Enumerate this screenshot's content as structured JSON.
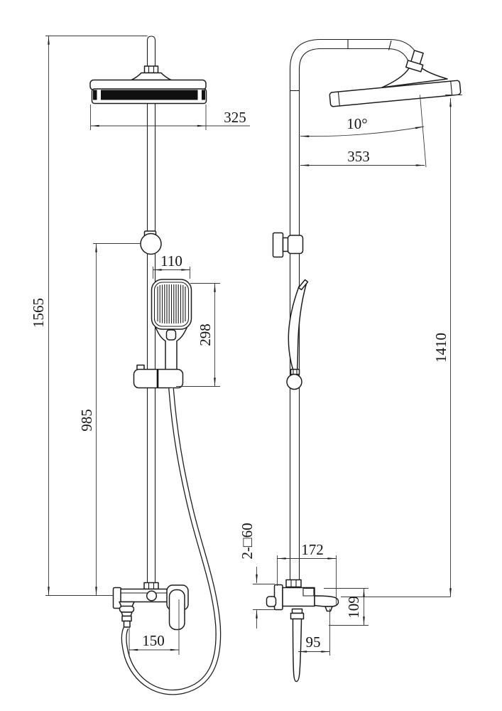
{
  "drawing": {
    "type": "technical-dimension-drawing",
    "subject": "thermostatic shower column, front and side views",
    "colors": {
      "line": "#1d1d1d",
      "dim": "#3a3a3a",
      "band": "#101010",
      "background": "#ffffff"
    },
    "dimensions": {
      "front": {
        "overall_height": "1565",
        "slide_height": "985",
        "head_width": "325",
        "hand_shower_width": "110",
        "hand_shower_length": "298",
        "spout_offset": "150"
      },
      "side": {
        "head_tilt": "10°",
        "head_offset": "353",
        "head_height": "1410",
        "wall_flange": "2-□60",
        "body_width": "172",
        "spout_drop": "109",
        "spout_reach": "95"
      }
    }
  }
}
